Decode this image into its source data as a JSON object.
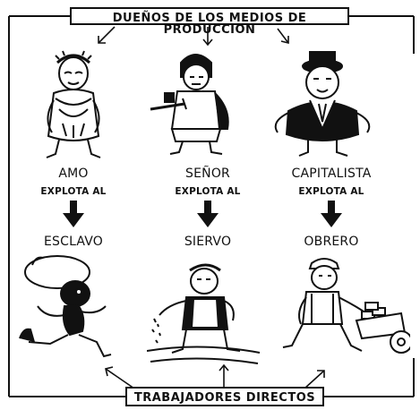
{
  "header": {
    "title": "DUEÑOS DE LOS MEDIOS DE PRODUCCION"
  },
  "footer": {
    "title": "TRABAJADORES DIRECTOS"
  },
  "columns": [
    {
      "owner": "AMO",
      "relation": "EXPLOTA AL",
      "worker": "ESCLAVO"
    },
    {
      "owner": "SEÑOR",
      "relation": "EXPLOTA AL",
      "worker": "SIERVO"
    },
    {
      "owner": "CAPITALISTA",
      "relation": "EXPLOTA AL",
      "worker": "OBRERO"
    }
  ],
  "colors": {
    "ink": "#111111",
    "background": "#ffffff"
  }
}
